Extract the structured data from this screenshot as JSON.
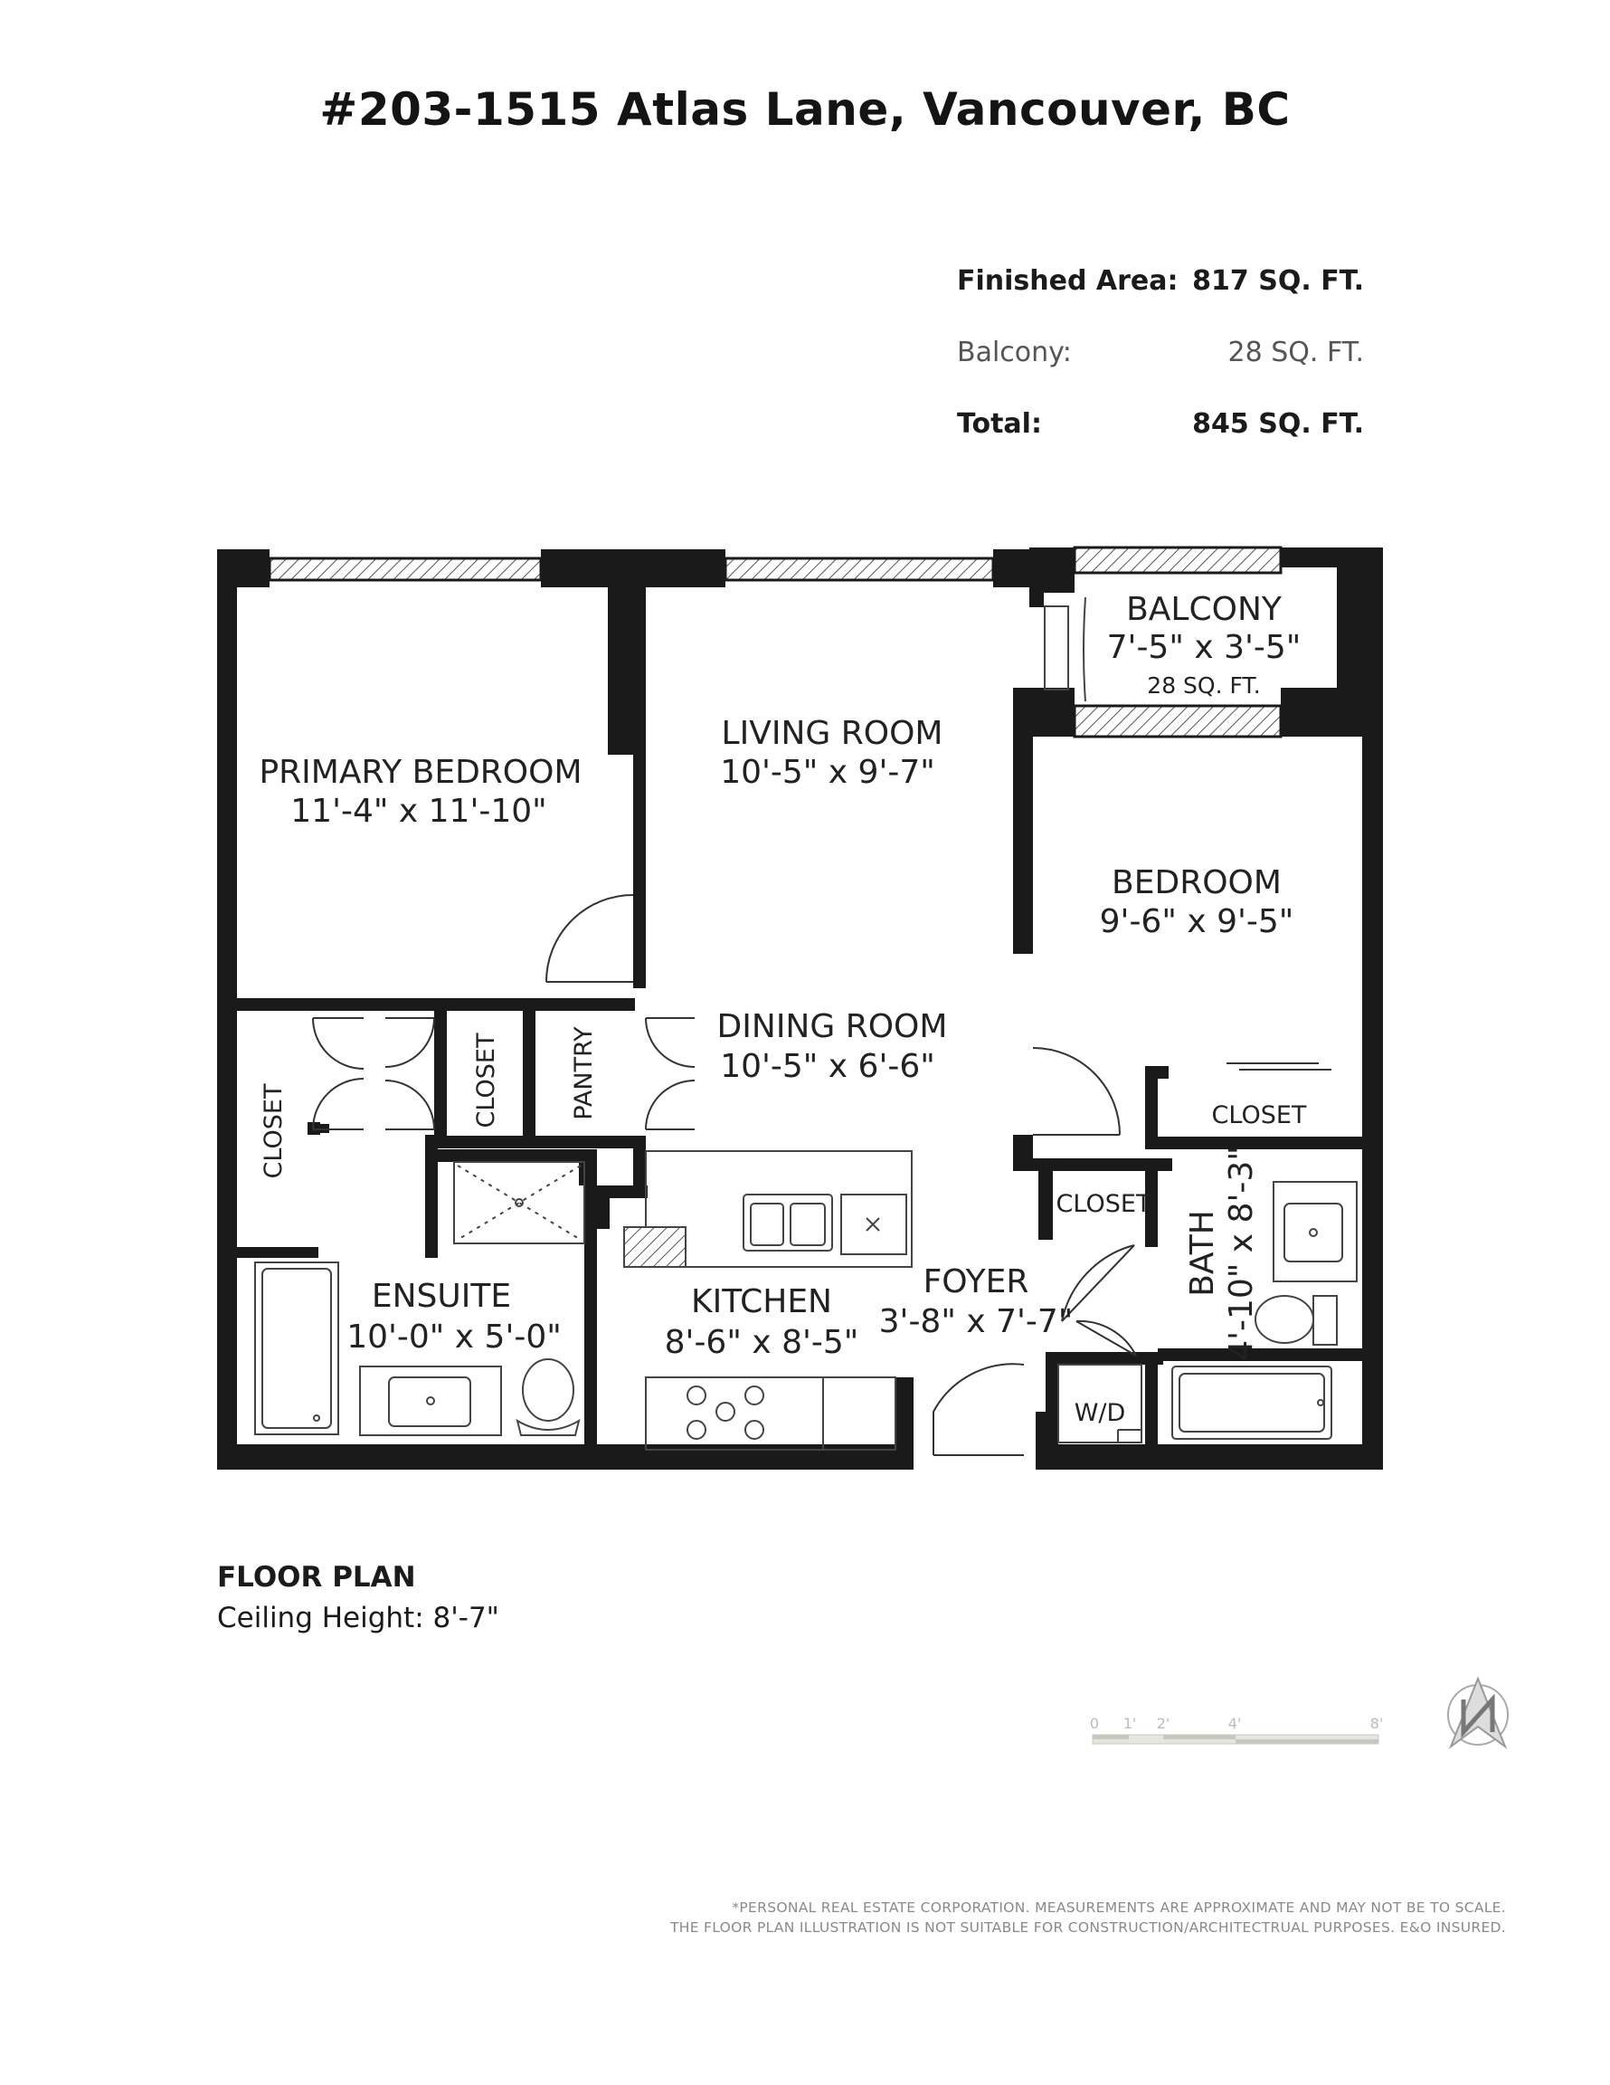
{
  "title": "#203-1515 Atlas Lane, Vancouver, BC",
  "areas": {
    "finished": {
      "label": "Finished Area:",
      "value": "817 SQ. FT."
    },
    "balcony": {
      "label": "Balcony:",
      "value": "28 SQ. FT."
    },
    "total": {
      "label": "Total:",
      "value": "845 SQ. FT."
    }
  },
  "rooms": {
    "primary_bedroom": {
      "name": "PRIMARY BEDROOM",
      "dims": "11'-4\"  x  11'-10\""
    },
    "living_room": {
      "name": "LIVING ROOM",
      "dims": "10'-5\" x 9'-7\""
    },
    "balcony": {
      "name": "BALCONY",
      "dims": "7'-5\" x 3'-5\"",
      "area": "28 SQ. FT."
    },
    "bedroom": {
      "name": "BEDROOM",
      "dims": "9'-6\" x 9'-5\""
    },
    "dining_room": {
      "name": "DINING ROOM",
      "dims": "10'-5\" x 6'-6\""
    },
    "kitchen": {
      "name": "KITCHEN",
      "dims": "8'-6\" x 8'-5\""
    },
    "foyer": {
      "name": "FOYER",
      "dims": "3'-8\" x 7'-7\""
    },
    "ensuite": {
      "name": "ENSUITE",
      "dims": "10'-0\" x 5'-0\""
    },
    "bath": {
      "name": "BATH",
      "dims": "4'-10\" x 8'-3\""
    },
    "closet": "CLOSET",
    "pantry": "PANTRY",
    "washer_dryer": "W/D"
  },
  "floor_plan_label": "FLOOR PLAN",
  "ceiling_height": "Ceiling Height: 8'-7\"",
  "scale_labels": [
    "0",
    "1'",
    "2'",
    "4'",
    "8'"
  ],
  "disclaimer_line1": "*PERSONAL REAL ESTATE CORPORATION. MEASUREMENTS ARE APPROXIMATE AND MAY NOT BE TO SCALE.",
  "disclaimer_line2": "THE FLOOR PLAN ILLUSTRATION IS NOT SUITABLE FOR CONSTRUCTION/ARCHITECTRUAL PURPOSES. E&O INSURED.",
  "compass_icon": "north-arrow-icon",
  "colors": {
    "wall": "#1a1a1a",
    "text": "#222222",
    "scale": "#c8c8c0"
  }
}
